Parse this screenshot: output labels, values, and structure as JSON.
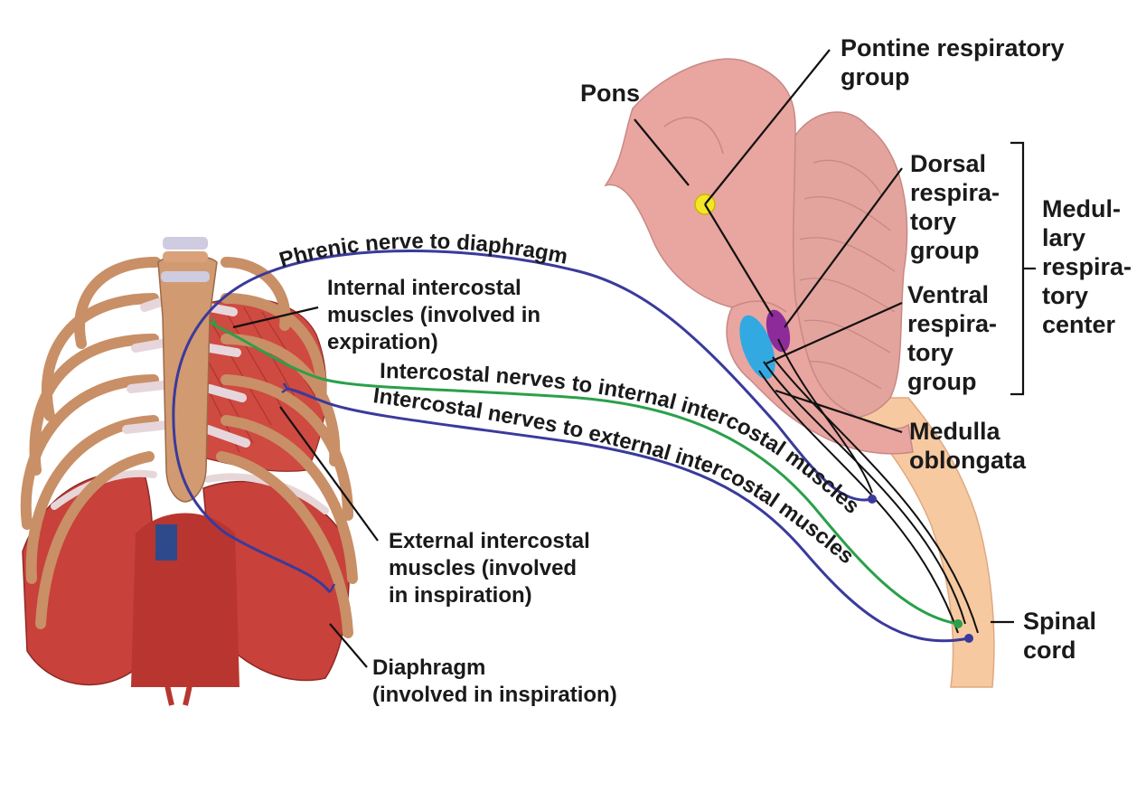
{
  "colors": {
    "brainstem": "#e9a5a0",
    "cerebellum": "#e8aca6",
    "spinal_cord": "#f7c9a0",
    "rib": "#c98f66",
    "muscle": "#c8413a",
    "phrenic_nerve": "#3a3a9c",
    "internal_intercostal_nerve": "#2aa04a",
    "external_intercostal_nerve": "#3a3a9c",
    "pontine_group": "#f3e52a",
    "dorsal_group": "#8e2b9a",
    "ventral_group": "#33a9e2"
  },
  "labels": {
    "pons": "Pons",
    "pontine_group": [
      "Pontine respiratory",
      "group"
    ],
    "dorsal_group": [
      "Dorsal",
      "respira-",
      "tory",
      "group"
    ],
    "ventral_group": [
      "Ventral",
      "respira-",
      "tory",
      "group"
    ],
    "medullary_center": [
      "Medul-",
      "lary",
      "respira-",
      "tory",
      "center"
    ],
    "medulla": [
      "Medulla",
      "oblongata"
    ],
    "spinal_cord": [
      "Spinal",
      "cord"
    ],
    "internal_intercostal": [
      "Internal intercostal",
      "muscles (involved in",
      "expiration)"
    ],
    "external_intercostal": [
      "External intercostal",
      "muscles (involved",
      "in inspiration)"
    ],
    "diaphragm": [
      "Diaphragm",
      "(involved in inspiration)"
    ]
  },
  "nerves": {
    "phrenic": "Phrenic nerve to diaphragm",
    "to_internal": "Intercostal nerves to internal intercostal muscles",
    "to_external": "Intercostal nerves to external intercostal muscles"
  }
}
